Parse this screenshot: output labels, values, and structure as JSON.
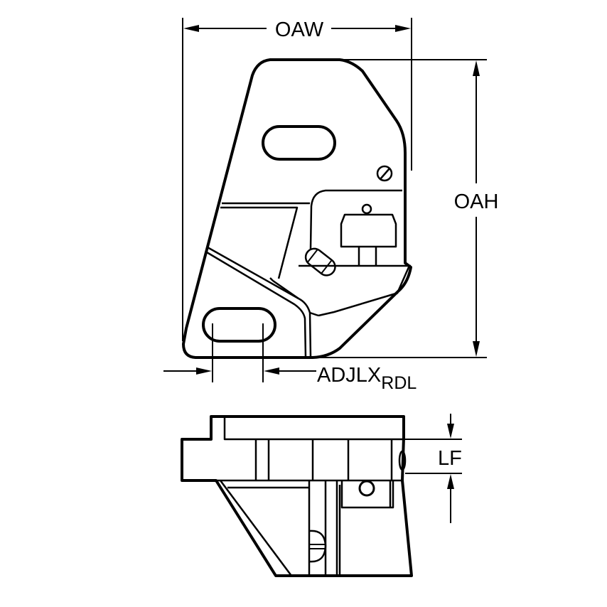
{
  "figure": {
    "type": "technical-drawing",
    "subject": "cutting tool cartridge / holder",
    "views": [
      "top-view",
      "side-view"
    ],
    "colors": {
      "body": "#adc3cd",
      "outline": "#000000",
      "background": "#ffffff"
    }
  },
  "dimensions": {
    "oaw": {
      "label": "OAW"
    },
    "oah": {
      "label": "OAH"
    },
    "adjlx": {
      "label": "ADJLX",
      "subscript": "RDL"
    },
    "lf": {
      "label": "LF"
    }
  }
}
